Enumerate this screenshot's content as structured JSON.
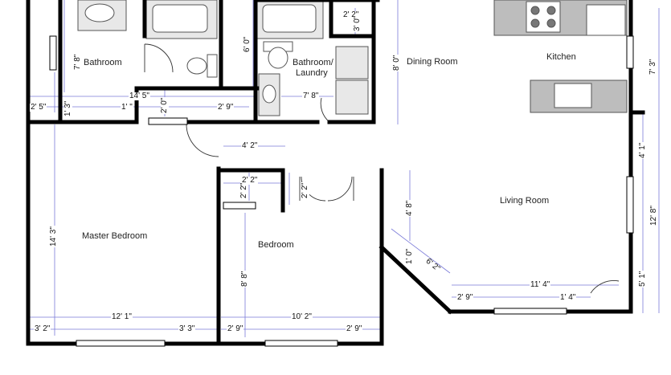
{
  "rooms": {
    "bathroom": "Bathroom",
    "bathroom_laundry_1": "Bathroom/",
    "bathroom_laundry_2": "Laundry",
    "dining_room": "Dining Room",
    "kitchen": "Kitchen",
    "living_room": "Living Room",
    "master_bedroom": "Master Bedroom",
    "bedroom": "Bedroom"
  },
  "dimensions": {
    "d_7_8_v": "7' 8\"",
    "d_14_5": "14' 5\"",
    "d_2_5": "2' 5\"",
    "d_1_3": "1' 3\"",
    "d_1_x": "1'  \"",
    "d_2_0": "2' 0\"",
    "d_2_9_top": "2' 9\"",
    "d_6_0": "6' 0\"",
    "d_2_2_top": "2' 2\"",
    "d_3_0": "3' 0\"",
    "d_8_0": "8' 0\"",
    "d_7_8_h": "7' 8\"",
    "d_7_3": "7' 3\"",
    "d_4_2": "4' 2\"",
    "d_2_2_closet": "2' 2\"",
    "d_2_2_closet_v": "2' 2\"",
    "d_2_2_door": "2' 2\"",
    "d_4_8": "4' 8\"",
    "d_4_1": "4' 1\"",
    "d_14_3": "14' 3\"",
    "d_12_8": "12' 8\"",
    "d_1_0": "1' 0\"",
    "d_6_2": "6' 2\"",
    "d_8_8": "8' 8\"",
    "d_11_4": "11' 4\"",
    "d_5_1": "5' 1\"",
    "d_2_9_living": "2' 9\"",
    "d_1_4": "1' 4\"",
    "d_12_1": "12' 1\"",
    "d_3_2": "3' 2\"",
    "d_3_3": "3' 3\"",
    "d_2_9_bed_l": "2' 9\"",
    "d_10_2": "10' 2\"",
    "d_2_9_bed_r": "2' 9\""
  },
  "colors": {
    "wall": "#000000",
    "dimension_line": "#7a7ad8",
    "fixture_fill": "#e8e8e8",
    "counter_fill": "#bdbdbd",
    "fixture_stroke": "#555555"
  }
}
